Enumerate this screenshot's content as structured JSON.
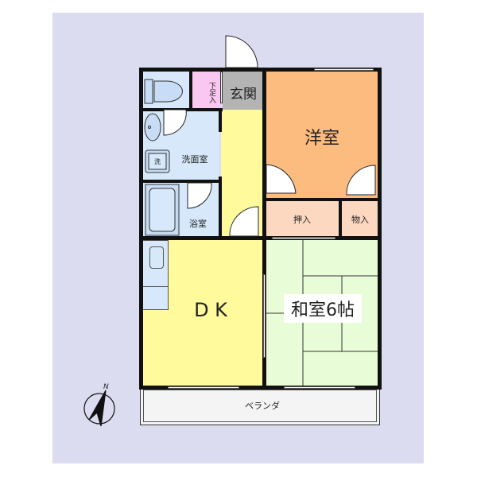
{
  "colors": {
    "background": "#dcdcf0",
    "wall": "#111111",
    "water_area": "#d6e8fa",
    "genkan": "#b4b4b4",
    "shoe_closet": "#f8c8f0",
    "corridor": "#fffa9c",
    "western_room": "#fcbc80",
    "closet": "#fcd8c0",
    "dk": "#fffa9c",
    "washitsu": "#e8fcd8",
    "balcony": "#f4f4f4"
  },
  "rooms": {
    "shoe_closet": "下足入",
    "genkan": "玄関",
    "washroom": "洗面室",
    "washer": "洗",
    "bathroom": "浴室",
    "western_room": "洋室",
    "oshiire": "押入",
    "storage": "物入",
    "dk": "D K",
    "washitsu": "和室6帖",
    "balcony": "ベランダ"
  },
  "compass": {
    "label": "N"
  }
}
